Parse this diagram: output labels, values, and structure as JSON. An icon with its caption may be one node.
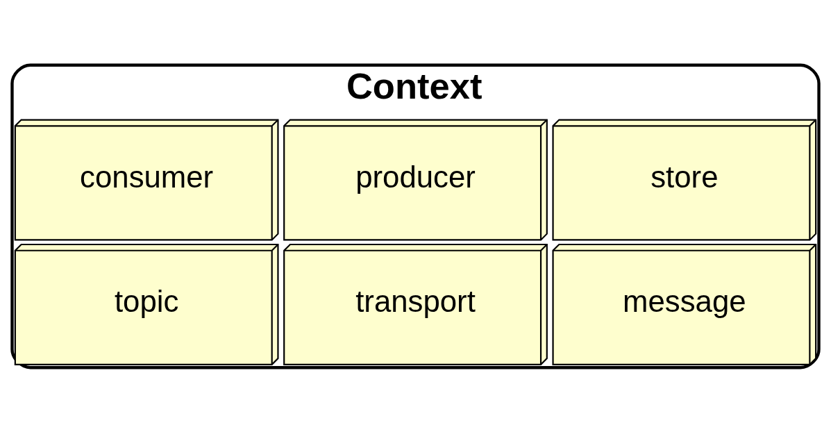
{
  "diagram": {
    "nodes": [
      {
        "text": [
          "Context"
        ]
      },
      {
        "text": [
          "consumer"
        ],
        "in": 0
      },
      {
        "text": [
          "producer"
        ],
        "in": 0
      },
      {
        "text": [
          "store"
        ],
        "in": 0
      },
      {
        "text": [
          "topic"
        ],
        "in": 0
      },
      {
        "text": [
          "transport"
        ],
        "in": 0
      },
      {
        "text": [
          "message"
        ],
        "in": 0
      }
    ]
  }
}
